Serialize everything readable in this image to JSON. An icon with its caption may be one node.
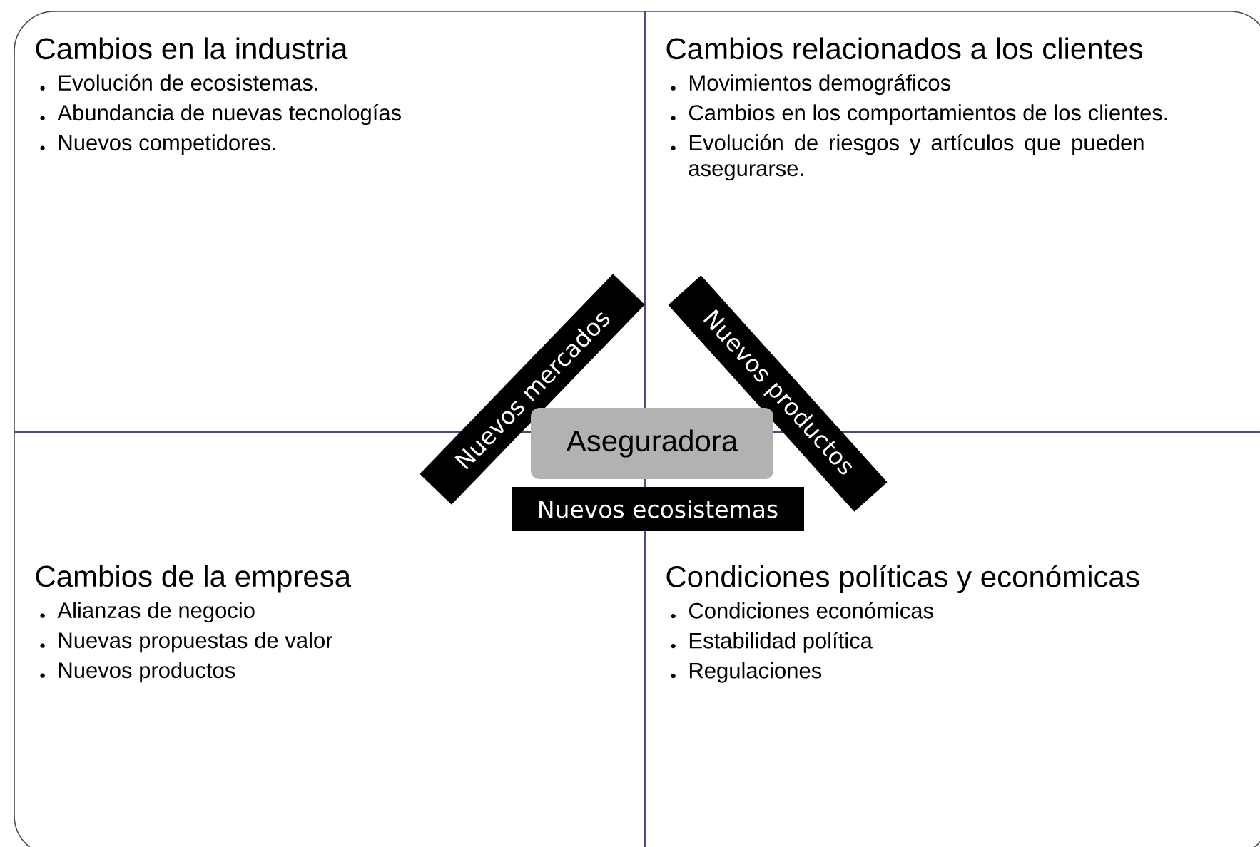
{
  "diagram": {
    "nodes": [
      {
        "text": [
          "Cambios en la industria",
          "Evolución de ecosistemas.",
          "Abundancia de nuevas tecnologías",
          "Nuevos competidores."
        ]
      },
      {
        "text": [
          "Cambios relacionados a los clientes",
          "Movimientos demográficos",
          "Cambios en los comportamientos de los clientes.",
          "Evolución de riesgos y artículos que pueden asegurarse."
        ]
      },
      {
        "text": [
          "Nuevos mercados"
        ]
      },
      {
        "text": [
          "Nuevos productos"
        ]
      },
      {
        "text": [
          "Aseguradora"
        ]
      },
      {
        "text": [
          "Nuevos ecosistemas"
        ]
      },
      {
        "text": [
          "Cambios de la empresa",
          "Alianzas de negocio",
          "Nuevas propuestas de valor",
          "Nuevos productos"
        ]
      },
      {
        "text": [
          "Condiciones políticas y económicas",
          "Condiciones económicas",
          "Estabilidad política",
          "Regulaciones"
        ]
      }
    ]
  }
}
